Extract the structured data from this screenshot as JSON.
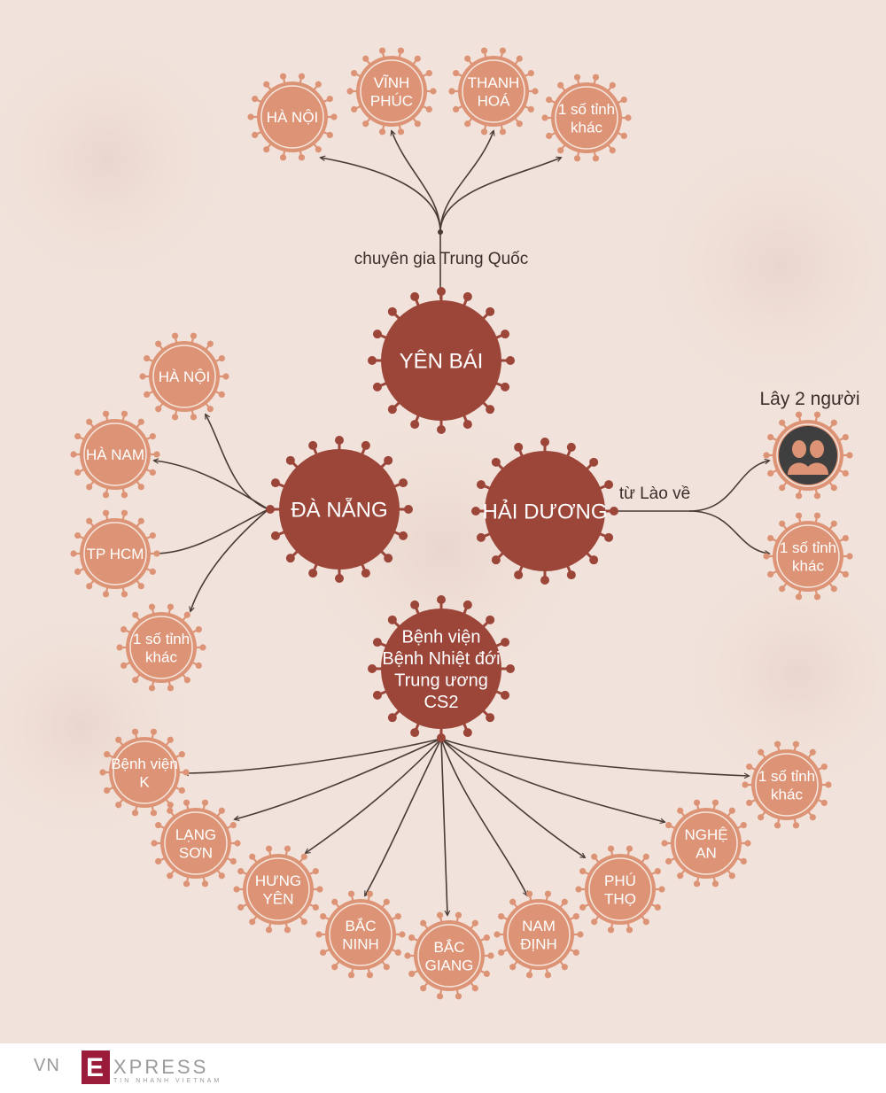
{
  "colors": {
    "background": "#f1e3db",
    "major_node": "#9c463a",
    "minor_node": "#dd9476",
    "node_ring": "#f5e6de",
    "line": "#4a3b35",
    "people_icon": "#3f3f3f",
    "logo_accent": "#9b1c3a"
  },
  "nodes": {
    "yb_hanoi": {
      "lines": [
        "HÀ NỘI"
      ]
    },
    "yb_vinhphuc": {
      "lines": [
        "VĨNH",
        "PHÚC"
      ]
    },
    "yb_thanhhoa": {
      "lines": [
        "THANH",
        "HOÁ"
      ]
    },
    "yb_other": {
      "lines": [
        "1 số tỉnh",
        "khác"
      ]
    },
    "yenbai": {
      "lines": [
        "YÊN BÁI"
      ]
    },
    "dn_hanoi": {
      "lines": [
        "HÀ NỘI"
      ]
    },
    "dn_hanam": {
      "lines": [
        "HÀ NAM"
      ]
    },
    "dn_tphcm": {
      "lines": [
        "TP HCM"
      ]
    },
    "dn_other": {
      "lines": [
        "1 số tỉnh",
        "khác"
      ]
    },
    "danang": {
      "lines": [
        "ĐÀ NẴNG"
      ]
    },
    "haiduong": {
      "lines": [
        "HẢI DƯƠNG"
      ]
    },
    "hd_people": {
      "lines": []
    },
    "hd_other": {
      "lines": [
        "1 số tỉnh",
        "khác"
      ]
    },
    "hospital": {
      "lines": [
        "Bệnh viện",
        "Bệnh Nhiệt đới",
        "Trung ương",
        "CS2"
      ]
    },
    "bv_k": {
      "lines": [
        "Bệnh viện",
        "K"
      ]
    },
    "bv_langson": {
      "lines": [
        "LẠNG",
        "SƠN"
      ]
    },
    "bv_hungyen": {
      "lines": [
        "HƯNG",
        "YÊN"
      ]
    },
    "bv_bacninh": {
      "lines": [
        "BẮC",
        "NINH"
      ]
    },
    "bv_bacgiang": {
      "lines": [
        "BẮC",
        "GIANG"
      ]
    },
    "bv_namdinh": {
      "lines": [
        "NAM",
        "ĐỊNH"
      ]
    },
    "bv_phutho": {
      "lines": [
        "PHÚ",
        "THỌ"
      ]
    },
    "bv_nghean": {
      "lines": [
        "NGHỆ",
        "AN"
      ]
    },
    "bv_other": {
      "lines": [
        "1 số tỉnh",
        "khác"
      ]
    }
  },
  "labels": {
    "expert": "chuyên gia Trung Quốc",
    "from_laos": "từ Lào về",
    "infected_two": "Lây 2 người"
  },
  "logo": {
    "vn": "VN",
    "e": "E",
    "press": "XPRESS",
    "tagline": "TIN NHANH VIETNAM"
  }
}
